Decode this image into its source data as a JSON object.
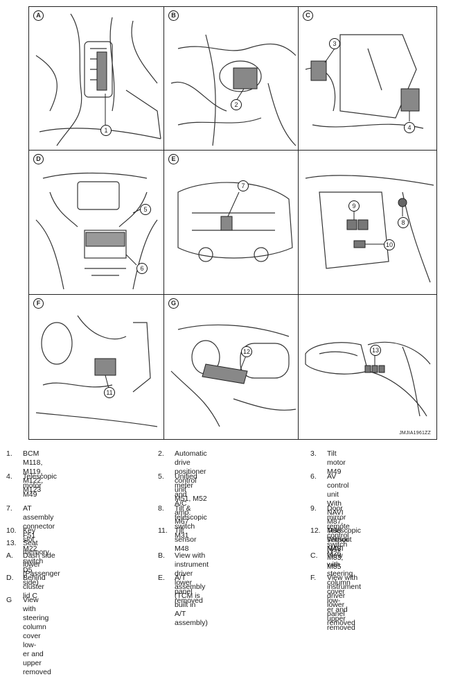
{
  "figure": {
    "code": "JMJIA1961ZZ",
    "panels": [
      {
        "label": "A",
        "callouts": [
          "1"
        ]
      },
      {
        "label": "B",
        "callouts": [
          "2"
        ]
      },
      {
        "label": "C",
        "callouts": [
          "3",
          "4"
        ]
      },
      {
        "label": "D",
        "callouts": [
          "5",
          "6"
        ]
      },
      {
        "label": "E",
        "callouts": [
          "7"
        ]
      },
      {
        "label": "",
        "callouts": [
          "8",
          "9",
          "10"
        ]
      },
      {
        "label": "F",
        "callouts": [
          "11"
        ]
      },
      {
        "label": "G",
        "callouts": [
          "12"
        ]
      },
      {
        "label": "",
        "callouts": [
          "13"
        ]
      }
    ]
  },
  "legend": [
    {
      "num": "1.",
      "text": "BCM M118, M119, M122, M123"
    },
    {
      "num": "2.",
      "text": "Automatic drive positioner control unit\nM51, M52"
    },
    {
      "num": "3.",
      "text": "Tilt motor M49"
    },
    {
      "num": "4.",
      "text": "Telescopic motor M49"
    },
    {
      "num": "5.",
      "text": "Unified meter and A/C amp. M67"
    },
    {
      "num": "6.",
      "text": "AV control unit\nWith NAVI M87, M88\nWithout NAVI M83, M85"
    },
    {
      "num": "7.",
      "text": "AT assembly connector F51"
    },
    {
      "num": "8.",
      "text": "Tilt & telescopic switch M31"
    },
    {
      "num": "9.",
      "text": "Door mirror remote control switch\nM26"
    },
    {
      "num": "10.",
      "text": "Key slot M22"
    },
    {
      "num": "11.",
      "text": "Tilt sensor M48"
    },
    {
      "num": "12.",
      "text": "Telescopic sensor M48"
    },
    {
      "num": "13.",
      "text": "Seat memory switch D5"
    },
    {
      "num": "A.",
      "text": "Dash side lower (Passenger side)"
    },
    {
      "num": "B.",
      "text": "View with instrument driver lower\npanel removed"
    },
    {
      "num": "C.",
      "text": "View with steering column cover low-\ner and upper removed"
    },
    {
      "num": "D.",
      "text": "Behind cluster lid C"
    },
    {
      "num": "E.",
      "text": "A/T assembly\n(TCM is built in A/T assembly)"
    },
    {
      "num": "F.",
      "text": "View with instrument driver lower\npanel removed"
    },
    {
      "num": "G",
      "text": "View with steering column cover low-\ner and upper removed"
    }
  ]
}
